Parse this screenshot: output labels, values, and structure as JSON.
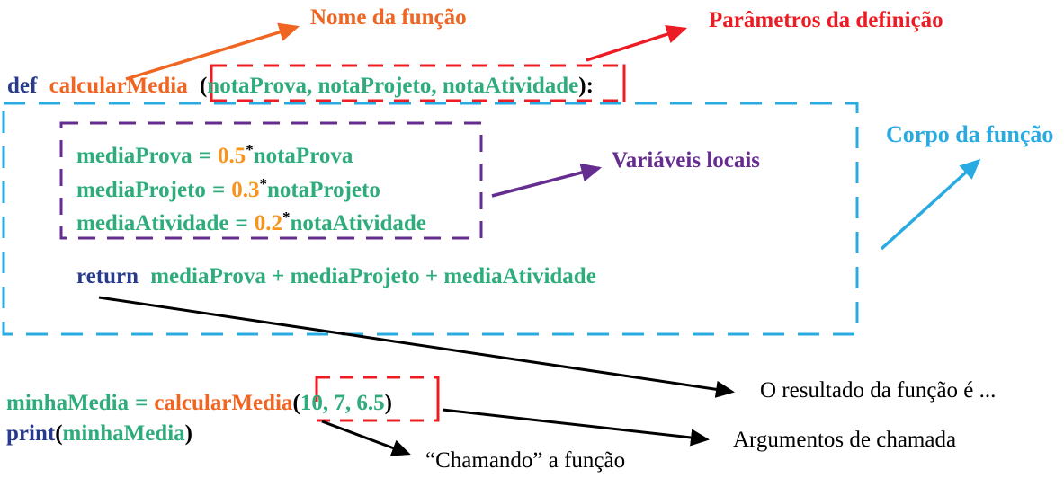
{
  "colors": {
    "orange": "#F16522",
    "amber": "#F7941D",
    "red": "#ED1C24",
    "green": "#2FAC7C",
    "navy": "#283A8D",
    "purple": "#662D91",
    "cyan": "#29ABE2",
    "black": "#000000"
  },
  "annotations": {
    "function_name": "Nome da função",
    "definition_params": "Parâmetros da definição",
    "local_vars": "Variáveis locais",
    "function_body": "Corpo da função",
    "result": "O resultado da função é ...",
    "call_args": "Argumentos de chamada",
    "calling": "“Chamando” a função"
  },
  "code": {
    "def_line": {
      "kw": "def",
      "name": "calcularMedia",
      "open": "(",
      "params": "notaProva, notaProjeto, notaAtividade",
      "close": "):"
    },
    "body": [
      {
        "var": "mediaProva",
        "eq": "=",
        "coef": "0.5",
        "star": "*",
        "operand": "notaProva"
      },
      {
        "var": "mediaProjeto",
        "eq": "=",
        "coef": "0.3",
        "star": "*",
        "operand": "notaProjeto"
      },
      {
        "var": "mediaAtividade",
        "eq": "=",
        "coef": "0.2",
        "star": "*",
        "operand": "notaAtividade"
      }
    ],
    "return_line": {
      "kw": "return",
      "expr": "mediaProva + mediaProjeto + mediaAtividade"
    },
    "call_line": {
      "var": "minhaMedia",
      "eq": "=",
      "fn": "calcularMedia",
      "open": "(",
      "args": "10, 7, 6.5",
      "close": ")"
    },
    "print_line": {
      "kw": "print",
      "open": "(",
      "arg": "minhaMedia",
      "close": ")"
    }
  }
}
